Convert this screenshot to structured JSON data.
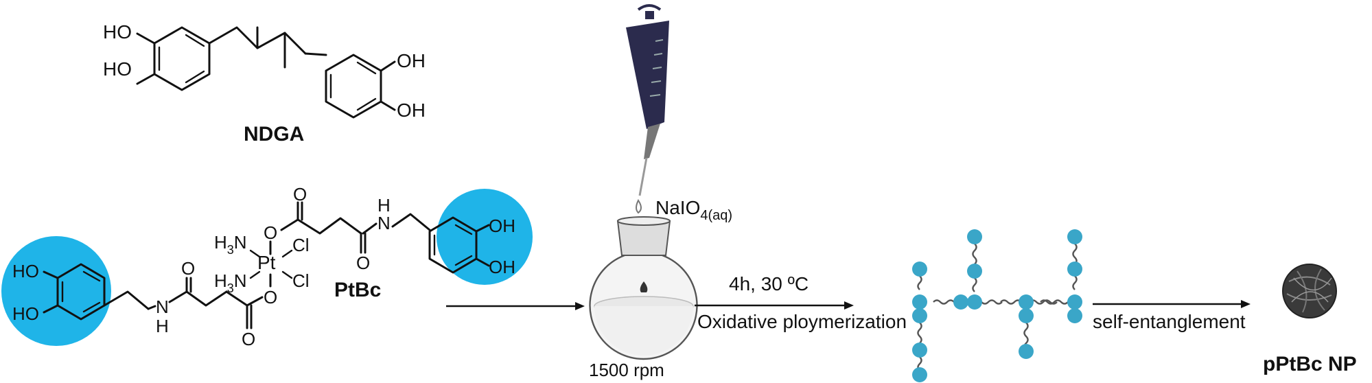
{
  "ndga": {
    "name": "NDGA",
    "oh": "OH",
    "ho": "HO"
  },
  "ptbc": {
    "name": "PtBc",
    "h3n": "H",
    "h3n_sub": "3",
    "h3n_n": "N",
    "pt": "Pt",
    "cl": "Cl",
    "o": "O",
    "h": "H",
    "n": "N",
    "ho": "HO",
    "oh": "OH",
    "highlight_color": "#1fb4e8"
  },
  "reagent": {
    "name": "NaIO",
    "sub": "4(aq)"
  },
  "flask": {
    "speed": "1500 rpm"
  },
  "step1": {
    "conditions": "4h, 30 ºC",
    "process": "Oxidative ploymerization"
  },
  "step2": {
    "process": "self-entanglement"
  },
  "product": {
    "name": "pPtBc NP"
  },
  "colors": {
    "bead": "#3aa6c8",
    "pipette": "#2b2b4d"
  }
}
